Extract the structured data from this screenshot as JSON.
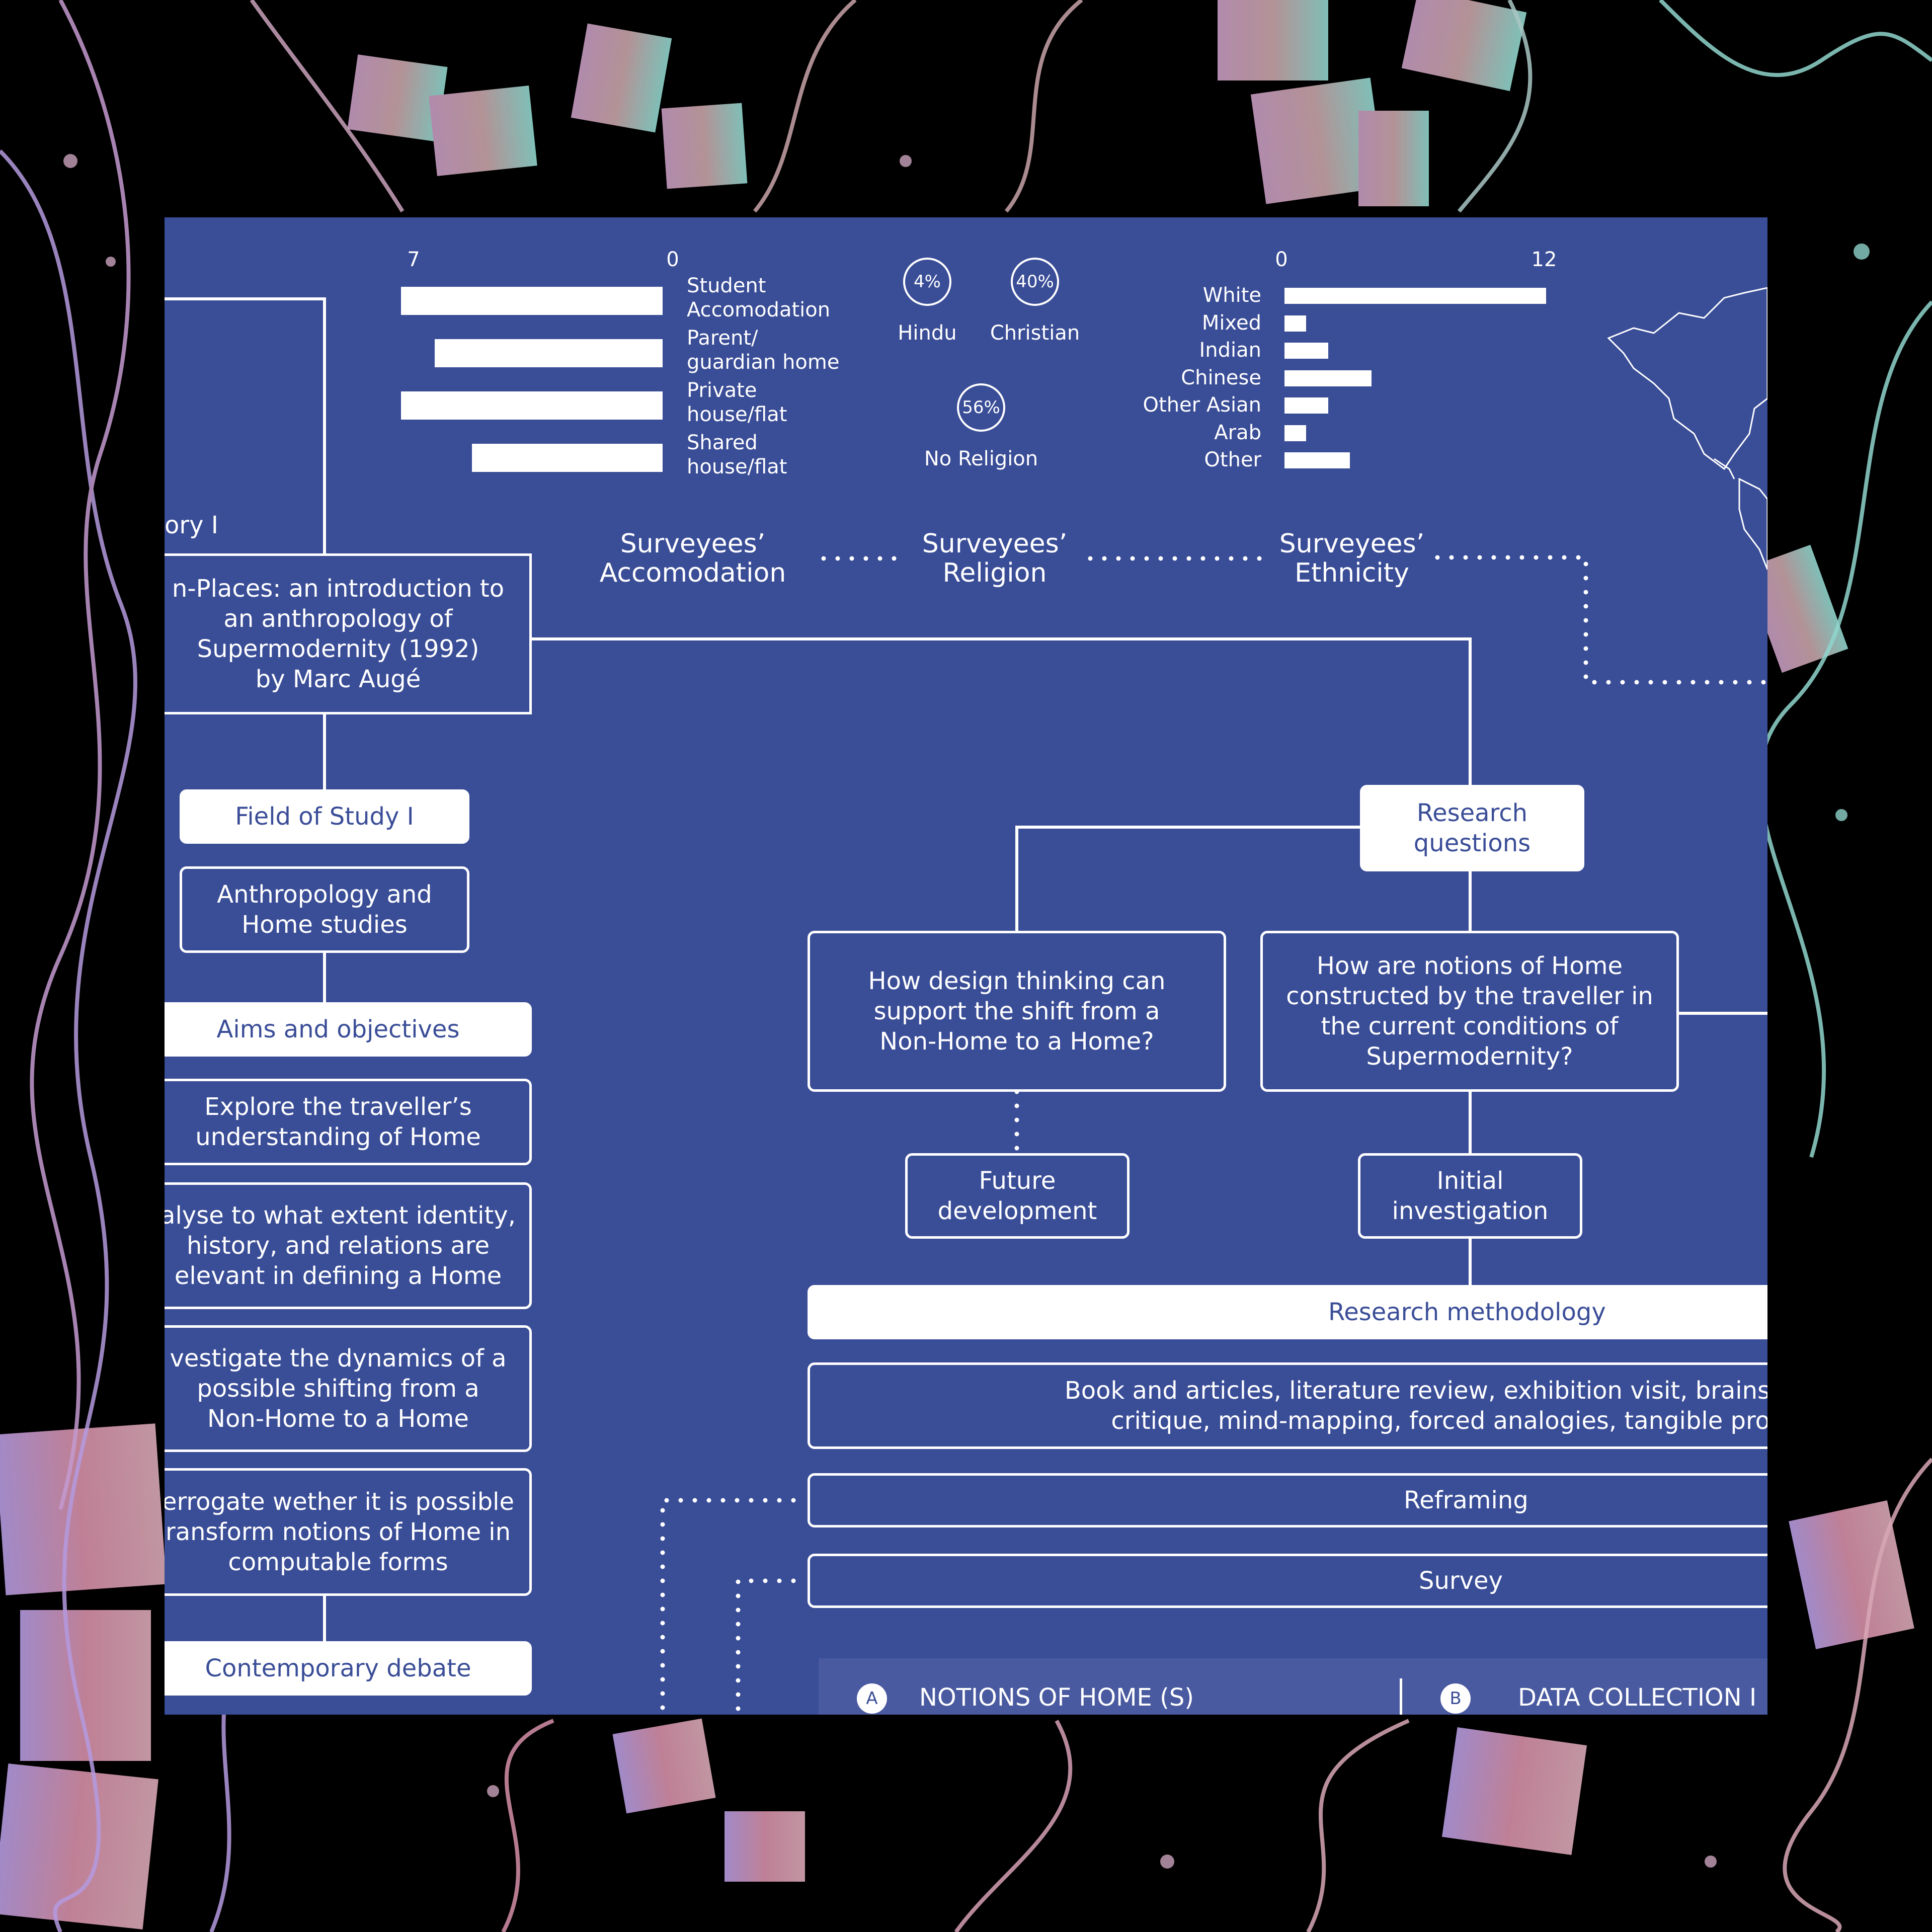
{
  "theme": {
    "panel": "#3a4d97",
    "panel_light": "#4a5aa0",
    "text": "#ffffff",
    "bg": "#000000"
  },
  "accommodation_chart": {
    "axis_left": "7",
    "axis_right": "0",
    "items": [
      {
        "label": "Student\nAccomodation",
        "value": 7
      },
      {
        "label": "Parent/\nguardian home",
        "value": 6.1
      },
      {
        "label": "Private\nhouse/flat",
        "value": 7
      },
      {
        "label": "Shared\nhouse/flat",
        "value": 5.1
      }
    ]
  },
  "religion_chart": {
    "items": [
      {
        "pct": "4%",
        "label": "Hindu"
      },
      {
        "pct": "40%",
        "label": "Christian"
      },
      {
        "pct": "56%",
        "label": "No Religion"
      }
    ]
  },
  "ethnicity_chart": {
    "axis_left": "0",
    "axis_right": "12",
    "items": [
      {
        "label": "White",
        "value": 12
      },
      {
        "label": "Mixed",
        "value": 1
      },
      {
        "label": "Indian",
        "value": 2
      },
      {
        "label": "Chinese",
        "value": 4
      },
      {
        "label": "Other Asian",
        "value": 2
      },
      {
        "label": "Arab",
        "value": 1
      },
      {
        "label": "Other",
        "value": 3
      }
    ]
  },
  "survey_headings": {
    "accommodation": "Surveyees’\nAccomodation",
    "religion": "Surveyees’\nReligion",
    "ethnicity": "Surveyees’\nEthnicity"
  },
  "left_column": {
    "theory_label": "ory I",
    "book": "n-Places: an introduction to\nan anthropology of\nSupermodernity (1992)\nby Marc Augé",
    "field_of_study": "Field of Study I",
    "field_value": "Anthropology and\nHome studies",
    "aims": "Aims and objectives",
    "aim_1": "Explore the traveller’s\nunderstanding of Home",
    "aim_2": "alyse to what extent identity,\nhistory, and relations are\nelevant in defining a Home",
    "aim_3": "vestigate the dynamics of a\npossible shifting from a\nNon-Home to a Home",
    "aim_4": "errogate wether it is possible\nransform notions of Home in\ncomputable forms",
    "contemporary": "Contemporary debate"
  },
  "right_column": {
    "research_questions": "Research\nquestions",
    "q1": "How design thinking can\nsupport the shift from a\nNon-Home to a Home?",
    "q2": "How are notions of Home\nconstructed by the traveller in\nthe current conditions of\nSupermodernity?",
    "future": "Future\ndevelopment",
    "initial": "Initial\ninvestigation",
    "methodology": "Research methodology",
    "methods": "Book and articles, literature review, exhibition visit, brains\ncritique, mind-mapping, forced analogies, tangible pro",
    "reframing": "Reframing",
    "survey": "Survey"
  },
  "tabs": [
    {
      "badge": "A",
      "label": "NOTIONS OF HOME (S)"
    },
    {
      "badge": "B",
      "label": "DATA COLLECTION I"
    }
  ]
}
